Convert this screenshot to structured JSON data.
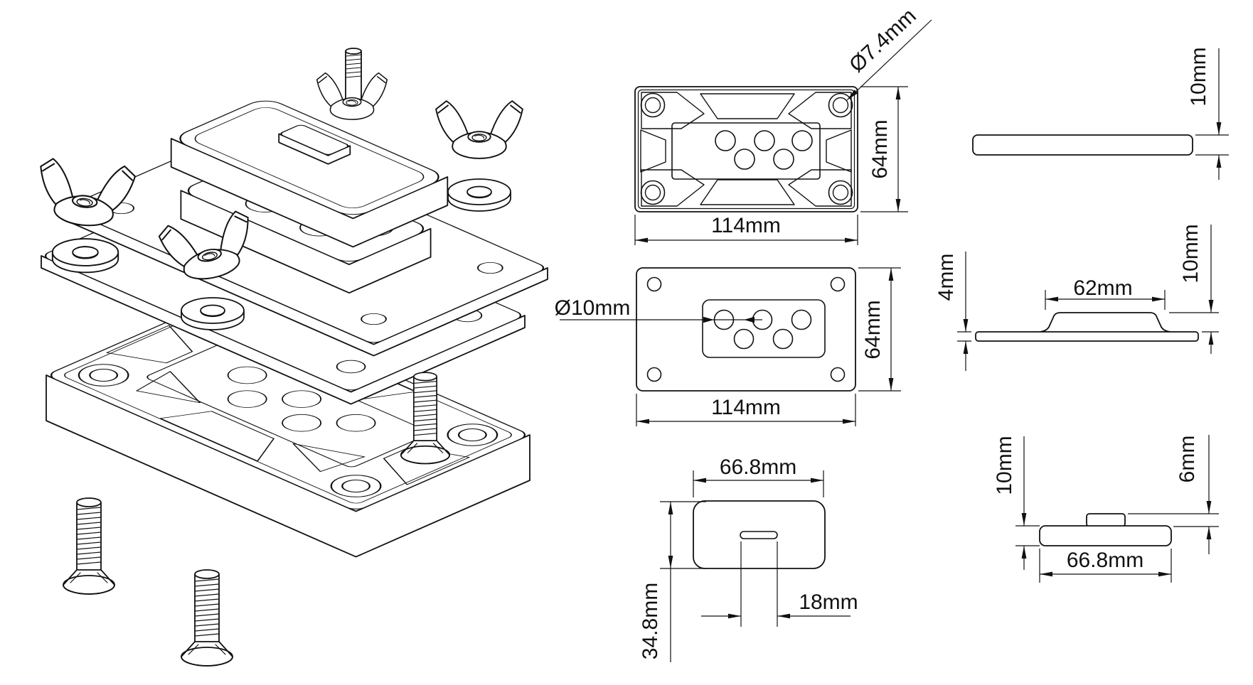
{
  "drawing": {
    "line_color": "#111111",
    "background": "#ffffff",
    "dims": {
      "top_plan_hole": "Ø7.4mm",
      "top_plan_height": "64mm",
      "top_plan_width": "114mm",
      "mid_plan_hole": "Ø10mm",
      "mid_plan_height": "64mm",
      "mid_plan_width": "114mm",
      "cap_plan_width": "66.8mm",
      "cap_plan_height": "34.8mm",
      "cap_plan_slot": "18mm",
      "side_flat_thickness": "10mm",
      "side_boss_width": "62mm",
      "side_boss_height": "10mm",
      "side_plate_thickness": "4mm",
      "side_cap_height": "10mm",
      "side_cap_tab_height": "6mm",
      "side_cap_width": "66.8mm"
    }
  }
}
